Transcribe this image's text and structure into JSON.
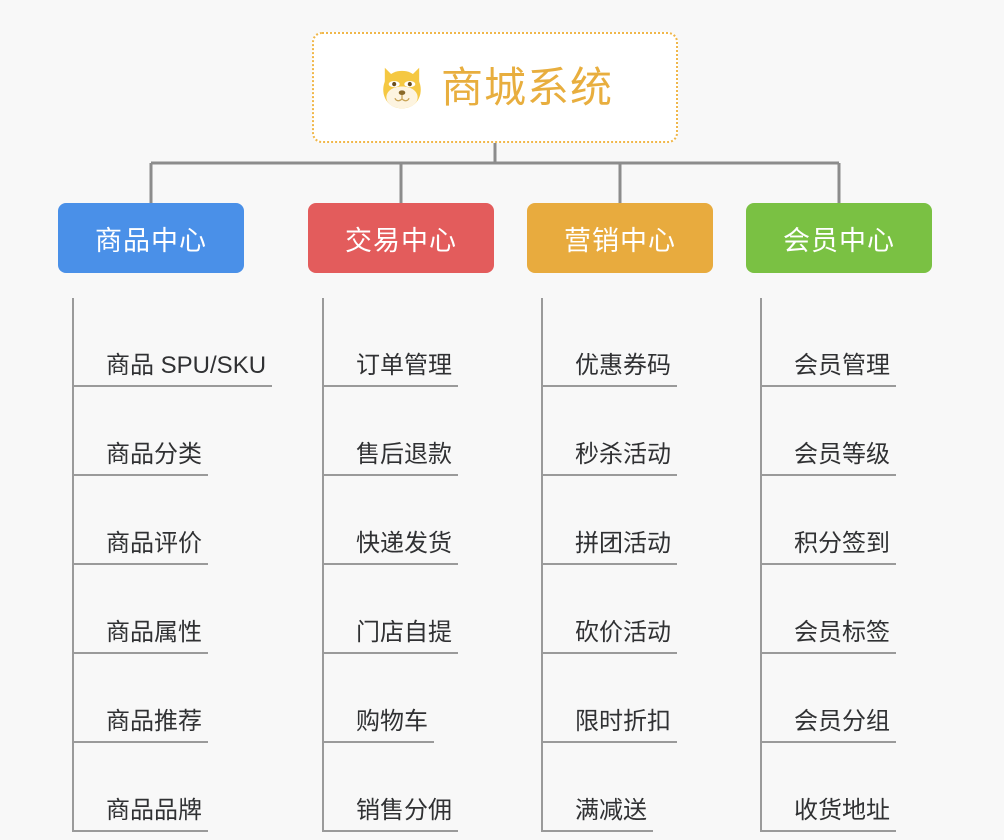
{
  "background_color": "#f8f8f8",
  "root": {
    "title": "商城系统",
    "icon": "shiba-dog-face-icon",
    "text_color": "#e8ae3e",
    "border_color": "#f0b74a",
    "background_color": "#ffffff"
  },
  "connector_color": "#8c8c8c",
  "categories": [
    {
      "label": "商品中心",
      "color": "#4a90e8",
      "items": [
        "商品 SPU/SKU",
        "商品分类",
        "商品评价",
        "商品属性",
        "商品推荐",
        "商品品牌"
      ]
    },
    {
      "label": "交易中心",
      "color": "#e35c5c",
      "items": [
        "订单管理",
        "售后退款",
        "快递发货",
        "门店自提",
        "购物车",
        "销售分佣"
      ]
    },
    {
      "label": "营销中心",
      "color": "#e8ab3e",
      "items": [
        "优惠券码",
        "秒杀活动",
        "拼团活动",
        "砍价活动",
        "限时折扣",
        "满减送"
      ]
    },
    {
      "label": "会员中心",
      "color": "#7ac143",
      "items": [
        "会员管理",
        "会员等级",
        "积分签到",
        "会员标签",
        "会员分组",
        "收货地址"
      ]
    }
  ]
}
